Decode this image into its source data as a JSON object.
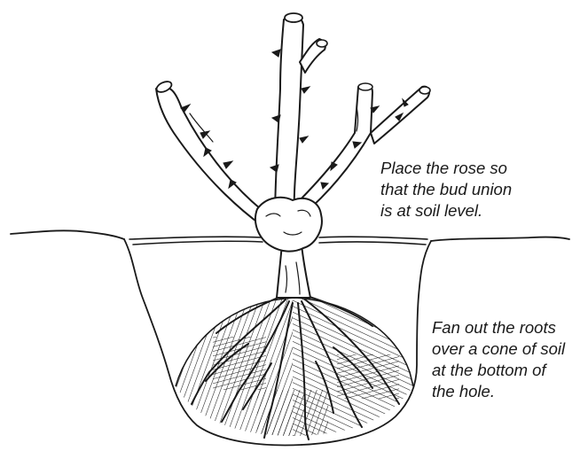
{
  "annotations": {
    "placement": {
      "lines": [
        "Place the rose so",
        "that the bud union",
        "is at soil level."
      ]
    },
    "roots": {
      "lines": [
        "Fan out the roots",
        "over a cone of soil",
        "at the bottom of",
        "the hole."
      ]
    }
  },
  "colors": {
    "ink": "#1a1a1a",
    "background": "#ffffff"
  }
}
